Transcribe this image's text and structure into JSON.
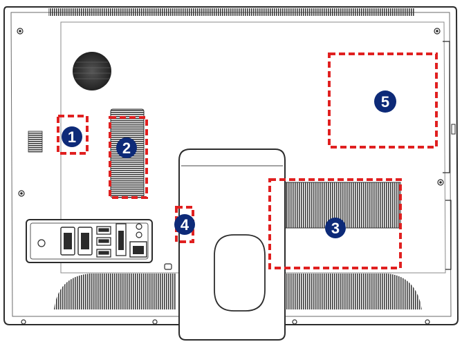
{
  "figure": {
    "subject": "all-in-one-pc-rear-view",
    "callouts": [
      {
        "number": "1"
      },
      {
        "number": "2"
      },
      {
        "number": "3"
      },
      {
        "number": "4"
      },
      {
        "number": "5"
      }
    ]
  },
  "colors": {
    "outline": "#2b2b2b",
    "callout_dash": "#e02020",
    "badge_fill": "#0d2a78",
    "badge_text": "#ffffff",
    "vent": "#3a3a3a"
  }
}
